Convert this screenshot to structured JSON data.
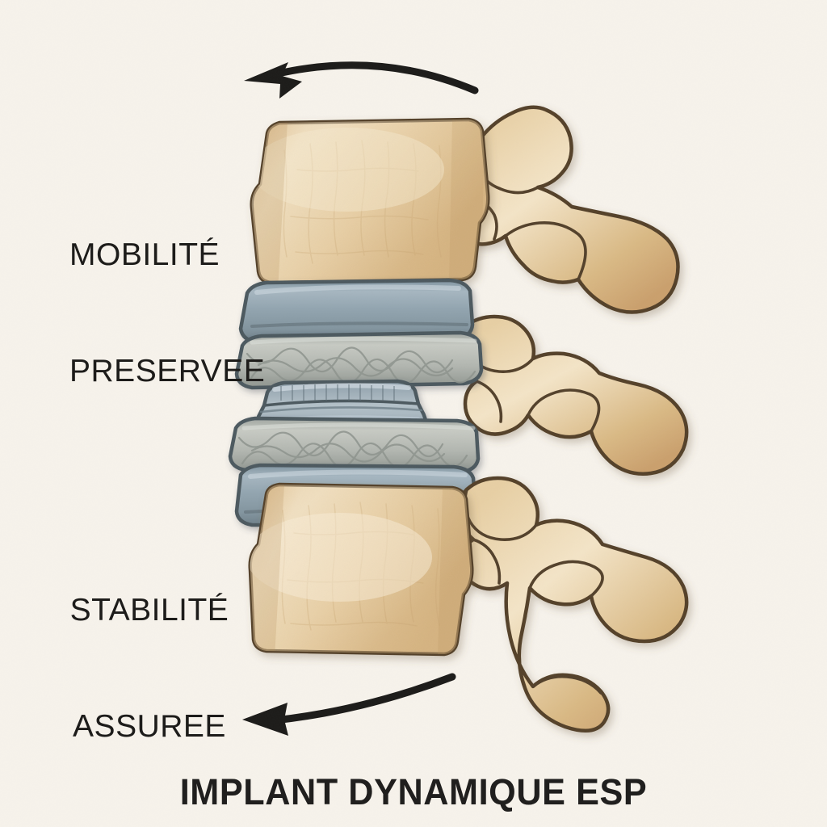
{
  "illustration": {
    "subject": "lumbar-spine-lateral-with-dynamic-disc-implant",
    "background_color": "#f6f2eb",
    "bone_fill": "#e4c493",
    "bone_fill_light": "#f0ddbc",
    "bone_outline": "#54422c",
    "implant_endplate_color": "#8fa1ad",
    "implant_core_color": "#9aaab4",
    "implant_fiber_band_color": "#b6b9b3",
    "implant_outline": "#4e5a61",
    "arrow_color": "#1d1c1a"
  },
  "labels": {
    "mobility": {
      "line1": "MOBILITÉ",
      "line2": "PRESERVEE"
    },
    "stability": {
      "line1": "STABILITÉ",
      "line2": "ASSUREE"
    }
  },
  "caption": {
    "text": "IMPLANT DYNAMIQUE ESP"
  },
  "arrows": {
    "top": {
      "name": "curved-arrow-left-top",
      "direction": "left"
    },
    "bottom": {
      "name": "curved-arrow-left-bottom",
      "direction": "left"
    }
  },
  "anatomy": {
    "upper_vertebra": "superior lumbar vertebral body with posterior elements",
    "lower_vertebra": "inferior lumbar vertebral body with posterior elements",
    "middle_posterior": "intermediate posterior arch and facet complex",
    "implant_layers": [
      "superior endplate plate",
      "superior fibrous annulus band",
      "central mobile core",
      "inferior fibrous annulus band",
      "inferior endplate plate"
    ]
  }
}
